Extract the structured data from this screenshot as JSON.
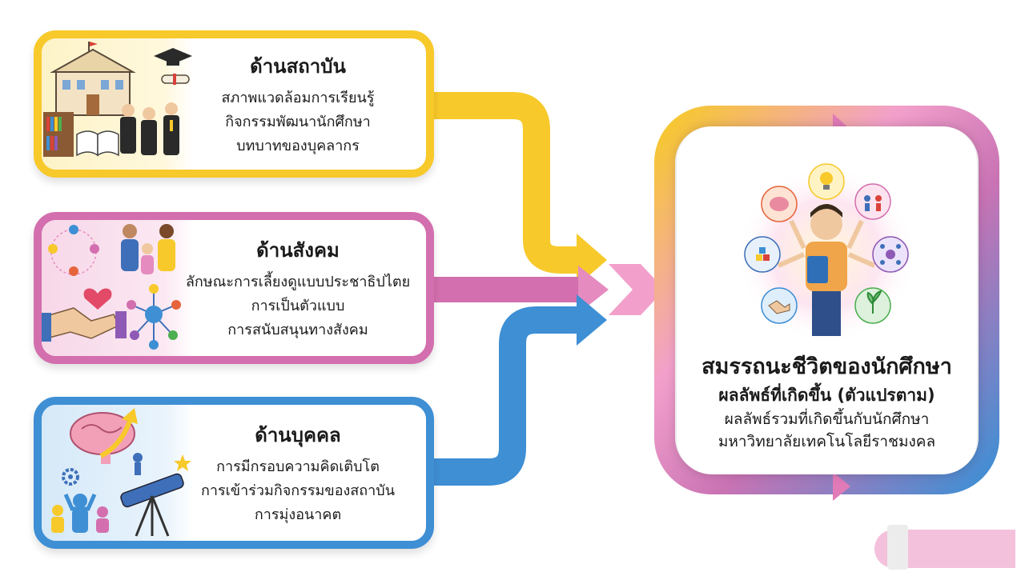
{
  "cards": [
    {
      "id": "institution",
      "title": "ด้านสถาบัน",
      "lines": [
        "สภาพแวดล้อมการเรียนรู้",
        "กิจกรรมพัฒนานักศึกษา",
        "บทบาทของบุคลากร"
      ],
      "color": "#f7c92a",
      "icons": [
        "university-building-icon",
        "graduation-cap-icon",
        "diploma-icon",
        "graduates-icon",
        "bookshelf-icon",
        "open-book-icon"
      ]
    },
    {
      "id": "social",
      "title": "ด้านสังคม",
      "lines": [
        "ลักษณะการเลี้ยงดูแบบประชาธิปไตย",
        "การเป็นตัวแบบ",
        "การสนับสนุนทางสังคม"
      ],
      "color": "#d36fae",
      "icons": [
        "people-circle-icon",
        "family-icon",
        "heart-icon",
        "handshake-icon",
        "network-icon"
      ]
    },
    {
      "id": "individual",
      "title": "ด้านบุคคล",
      "lines": [
        "การมีกรอบความคิดเติบโต",
        "การเข้าร่วมกิจกรรมของสถาบัน",
        "การมุ่งอนาคต"
      ],
      "color": "#3e8fd4",
      "icons": [
        "brain-icon",
        "up-arrow-icon",
        "gear-icon",
        "group-icon",
        "telescope-icon",
        "star-icon",
        "climber-icon"
      ]
    }
  ],
  "result": {
    "title": "สมรรถนะชีวิตของนักศึกษา",
    "subtitle": "ผลลัพธ์ที่เกิดขึ้น (ตัวแปรตาม)",
    "lines": [
      "ผลลัพธ์รวมที่เกิดขึ้นกับนักศึกษา",
      "มหาวิทยาลัยเทคโนโลยีราชมงคล"
    ],
    "icons": [
      "student-multitasking-icon",
      "brain-icon",
      "lightbulb-icon",
      "teamwork-icon",
      "handshake-network-icon",
      "plant-growth-icon",
      "handshake-icon",
      "blocks-icon"
    ]
  },
  "colors": {
    "yellow": "#f7c92a",
    "pink": "#d36fae",
    "blue": "#3e8fd4",
    "light_pink": "#f4c1dd"
  }
}
